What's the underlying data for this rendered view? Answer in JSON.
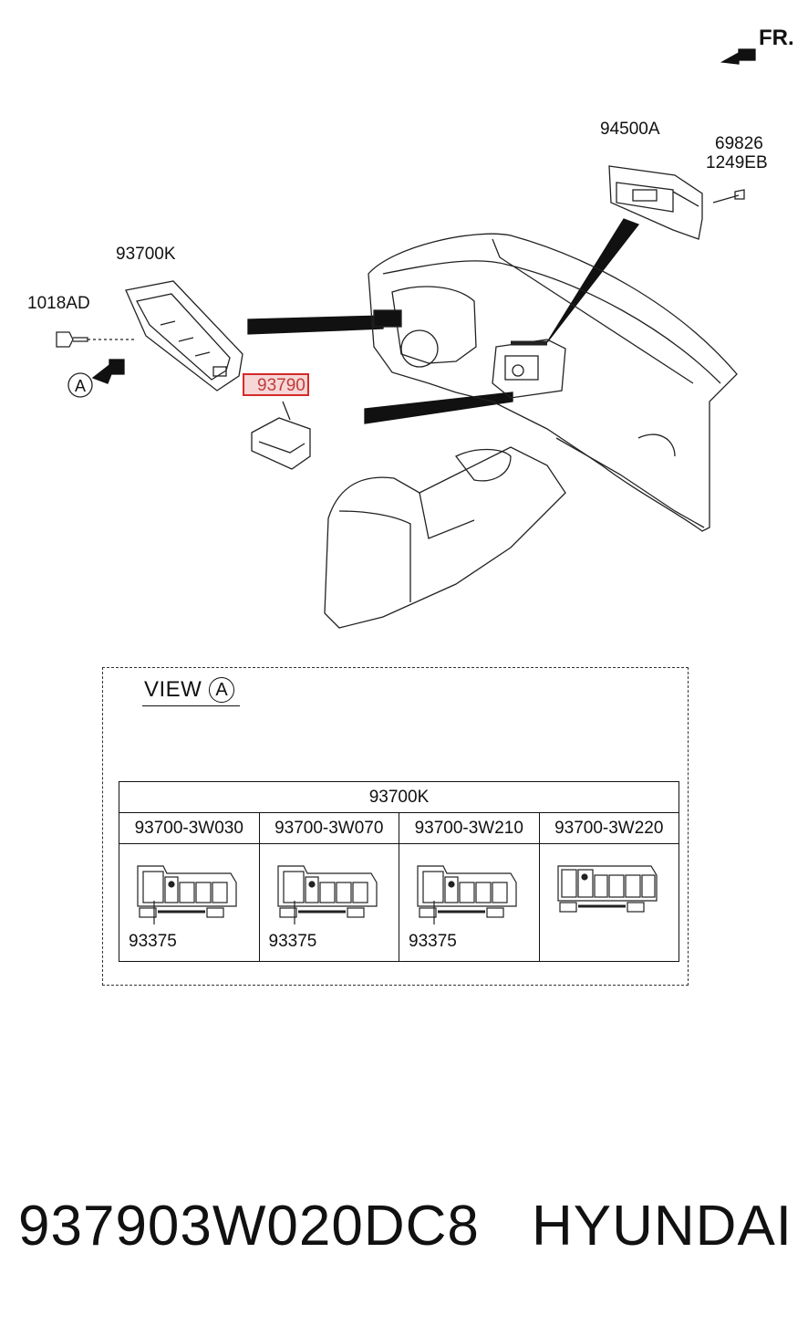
{
  "direction_label": "FR.",
  "callouts": {
    "module_94500A": "94500A",
    "part_69826": "69826",
    "part_1249EB": "1249EB",
    "part_93700K": "93700K",
    "part_1018AD": "1018AD",
    "view_marker": "A",
    "highlighted_part": "93790"
  },
  "view": {
    "label": "VIEW",
    "marker": "A"
  },
  "parts_table": {
    "header": "93700K",
    "columns": [
      "93700-3W030",
      "93700-3W070",
      "93700-3W210",
      "93700-3W220"
    ],
    "sub_labels": [
      "93375",
      "93375",
      "93375",
      ""
    ]
  },
  "footer": {
    "part_number": "937903W020DC8",
    "brand": "HYUNDAI"
  }
}
